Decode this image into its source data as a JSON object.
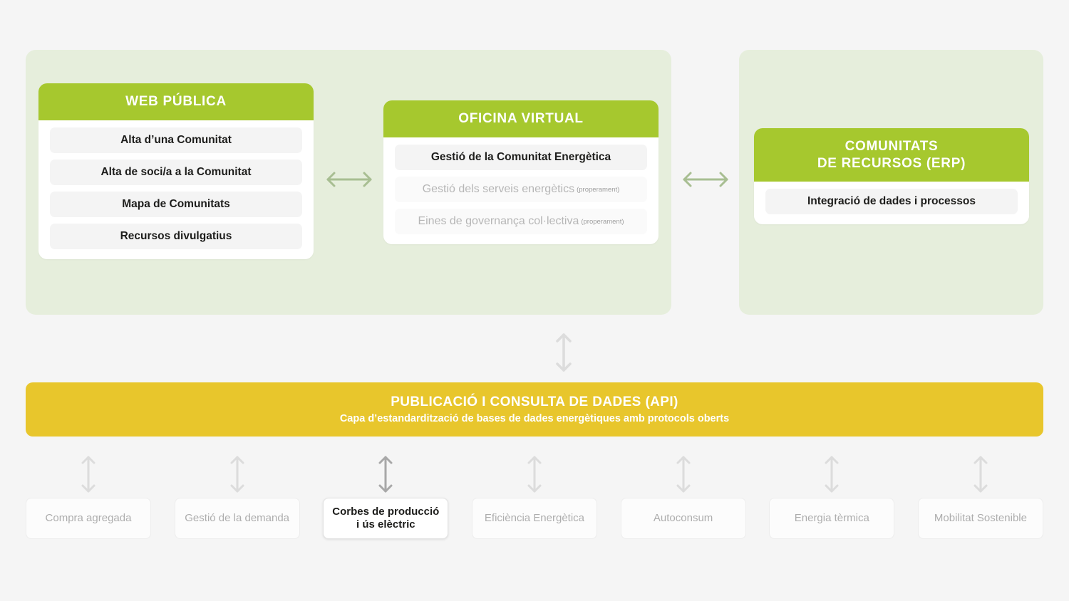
{
  "colors": {
    "green_header": "#A6C82E",
    "panel_tint": "#E6EEDC",
    "yellow_banner": "#E8C62C",
    "page_bg": "#F5F5F5",
    "row_bg": "#F4F4F4",
    "muted_text": "#B6B6B6"
  },
  "panels": {
    "left": {
      "name": "front-office-panel"
    },
    "right": {
      "name": "erp-panel"
    }
  },
  "cards": {
    "web_publica": {
      "title": "WEB PÚBLICA",
      "items": [
        {
          "label": "Alta d’una Comunitat",
          "muted": false
        },
        {
          "label": "Alta de soci/a a la Comunitat",
          "muted": false
        },
        {
          "label": "Mapa de Comunitats",
          "muted": false
        },
        {
          "label": "Recursos divulgatius",
          "muted": false
        }
      ]
    },
    "oficina_virtual": {
      "title": "OFICINA VIRTUAL",
      "items": [
        {
          "label": "Gestió de la Comunitat Energètica",
          "muted": false,
          "note": ""
        },
        {
          "label": "Gestió dels serveis energètics",
          "muted": true,
          "note": "(properament)"
        },
        {
          "label": "Eines de governança col·lectiva",
          "muted": true,
          "note": "(properament)"
        }
      ]
    },
    "erp": {
      "title_line1": "COMUNITATS",
      "title_line2": "DE RECURSOS (ERP)",
      "items": [
        {
          "label": "Integració de dades i processos",
          "muted": false
        }
      ]
    }
  },
  "api_banner": {
    "title": "PUBLICACIÓ I CONSULTA DE DADES (API)",
    "subtitle": "Capa d’estandardització de bases de dades energètiques amb protocols oberts"
  },
  "bottom_modules": [
    {
      "label": "Compra agregada",
      "active": false
    },
    {
      "label": "Gestió de la demanda",
      "active": false
    },
    {
      "label": "Corbes de producció\ni ús elèctric",
      "active": true
    },
    {
      "label": "Eficiència Energètica",
      "active": false
    },
    {
      "label": "Autoconsum",
      "active": false
    },
    {
      "label": "Energia tèrmica",
      "active": false
    },
    {
      "label": "Mobilitat Sostenible",
      "active": false
    }
  ],
  "connectors": {
    "web_to_oficina": "bidirectional-horizontal-arrow",
    "oficina_to_erp": "bidirectional-horizontal-arrow",
    "panel_to_api": "bidirectional-vertical-arrow",
    "api_to_module": "bidirectional-vertical-arrow"
  }
}
